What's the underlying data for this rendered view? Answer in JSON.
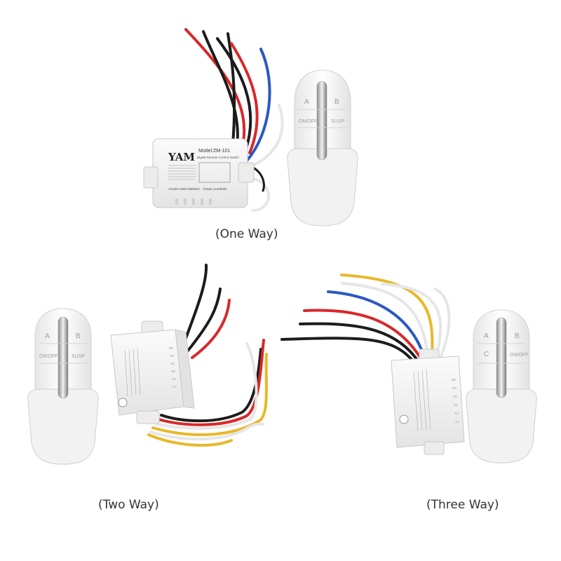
{
  "captions": {
    "one_way": "(One Way)",
    "two_way": "(Two Way)",
    "three_way": "(Three Way)"
  },
  "receiver": {
    "brand": "YAM",
    "model": "Model:ZM-101",
    "description": "Digital Remote Control Switch",
    "voltage": "AC220~240V 50/60Hz",
    "power": "Power:1x1000W"
  },
  "remote_labels": {
    "a": "A",
    "b": "B",
    "c": "C",
    "onoff": "ON/OFF",
    "susp": "SUSP"
  },
  "colors": {
    "device_white": "#f4f4f4",
    "wire_red": "#d8282a",
    "wire_blue": "#2b58c4",
    "wire_black": "#1c1c1c",
    "wire_yellow": "#e8b82a",
    "wire_white": "#e8e8e8"
  }
}
